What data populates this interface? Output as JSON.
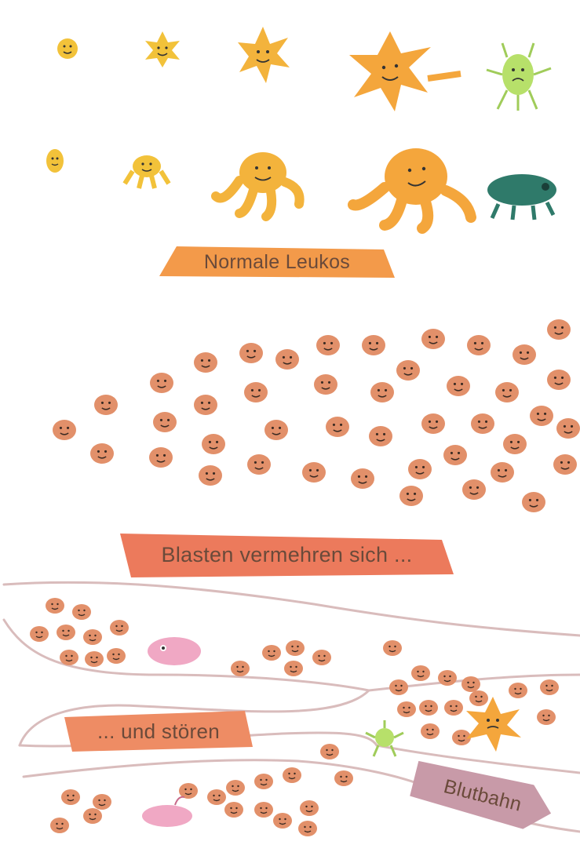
{
  "labels": {
    "normal": "Normale Leukos",
    "blasts": "Blasten vermehren sich ...",
    "disrupt": "... und stören",
    "bloodstream": "Blutbahn"
  },
  "colors": {
    "label_orange": "#f39a4a",
    "label_red": "#ec7a5c",
    "label_salmon": "#ee8c64",
    "label_pink": "#c89aa8",
    "blast": "#e2906a",
    "leuko_yellow": "#f2c23a",
    "leuko_orange": "#f4a63c",
    "bacterium_green": "#b7e06a",
    "bacterium_teal": "#2f7a6a",
    "pink_animal": "#f0a8c4",
    "vessel_line": "#d8b8b8"
  },
  "icons": {
    "leukocyte": "smiling-star-cell-icon",
    "blast": "smiling-blast-cell-icon",
    "virus": "green-spiky-germ-icon",
    "bacterium": "teal-bacterium-icon",
    "pink_cell": "pink-whale-cell-icon"
  }
}
